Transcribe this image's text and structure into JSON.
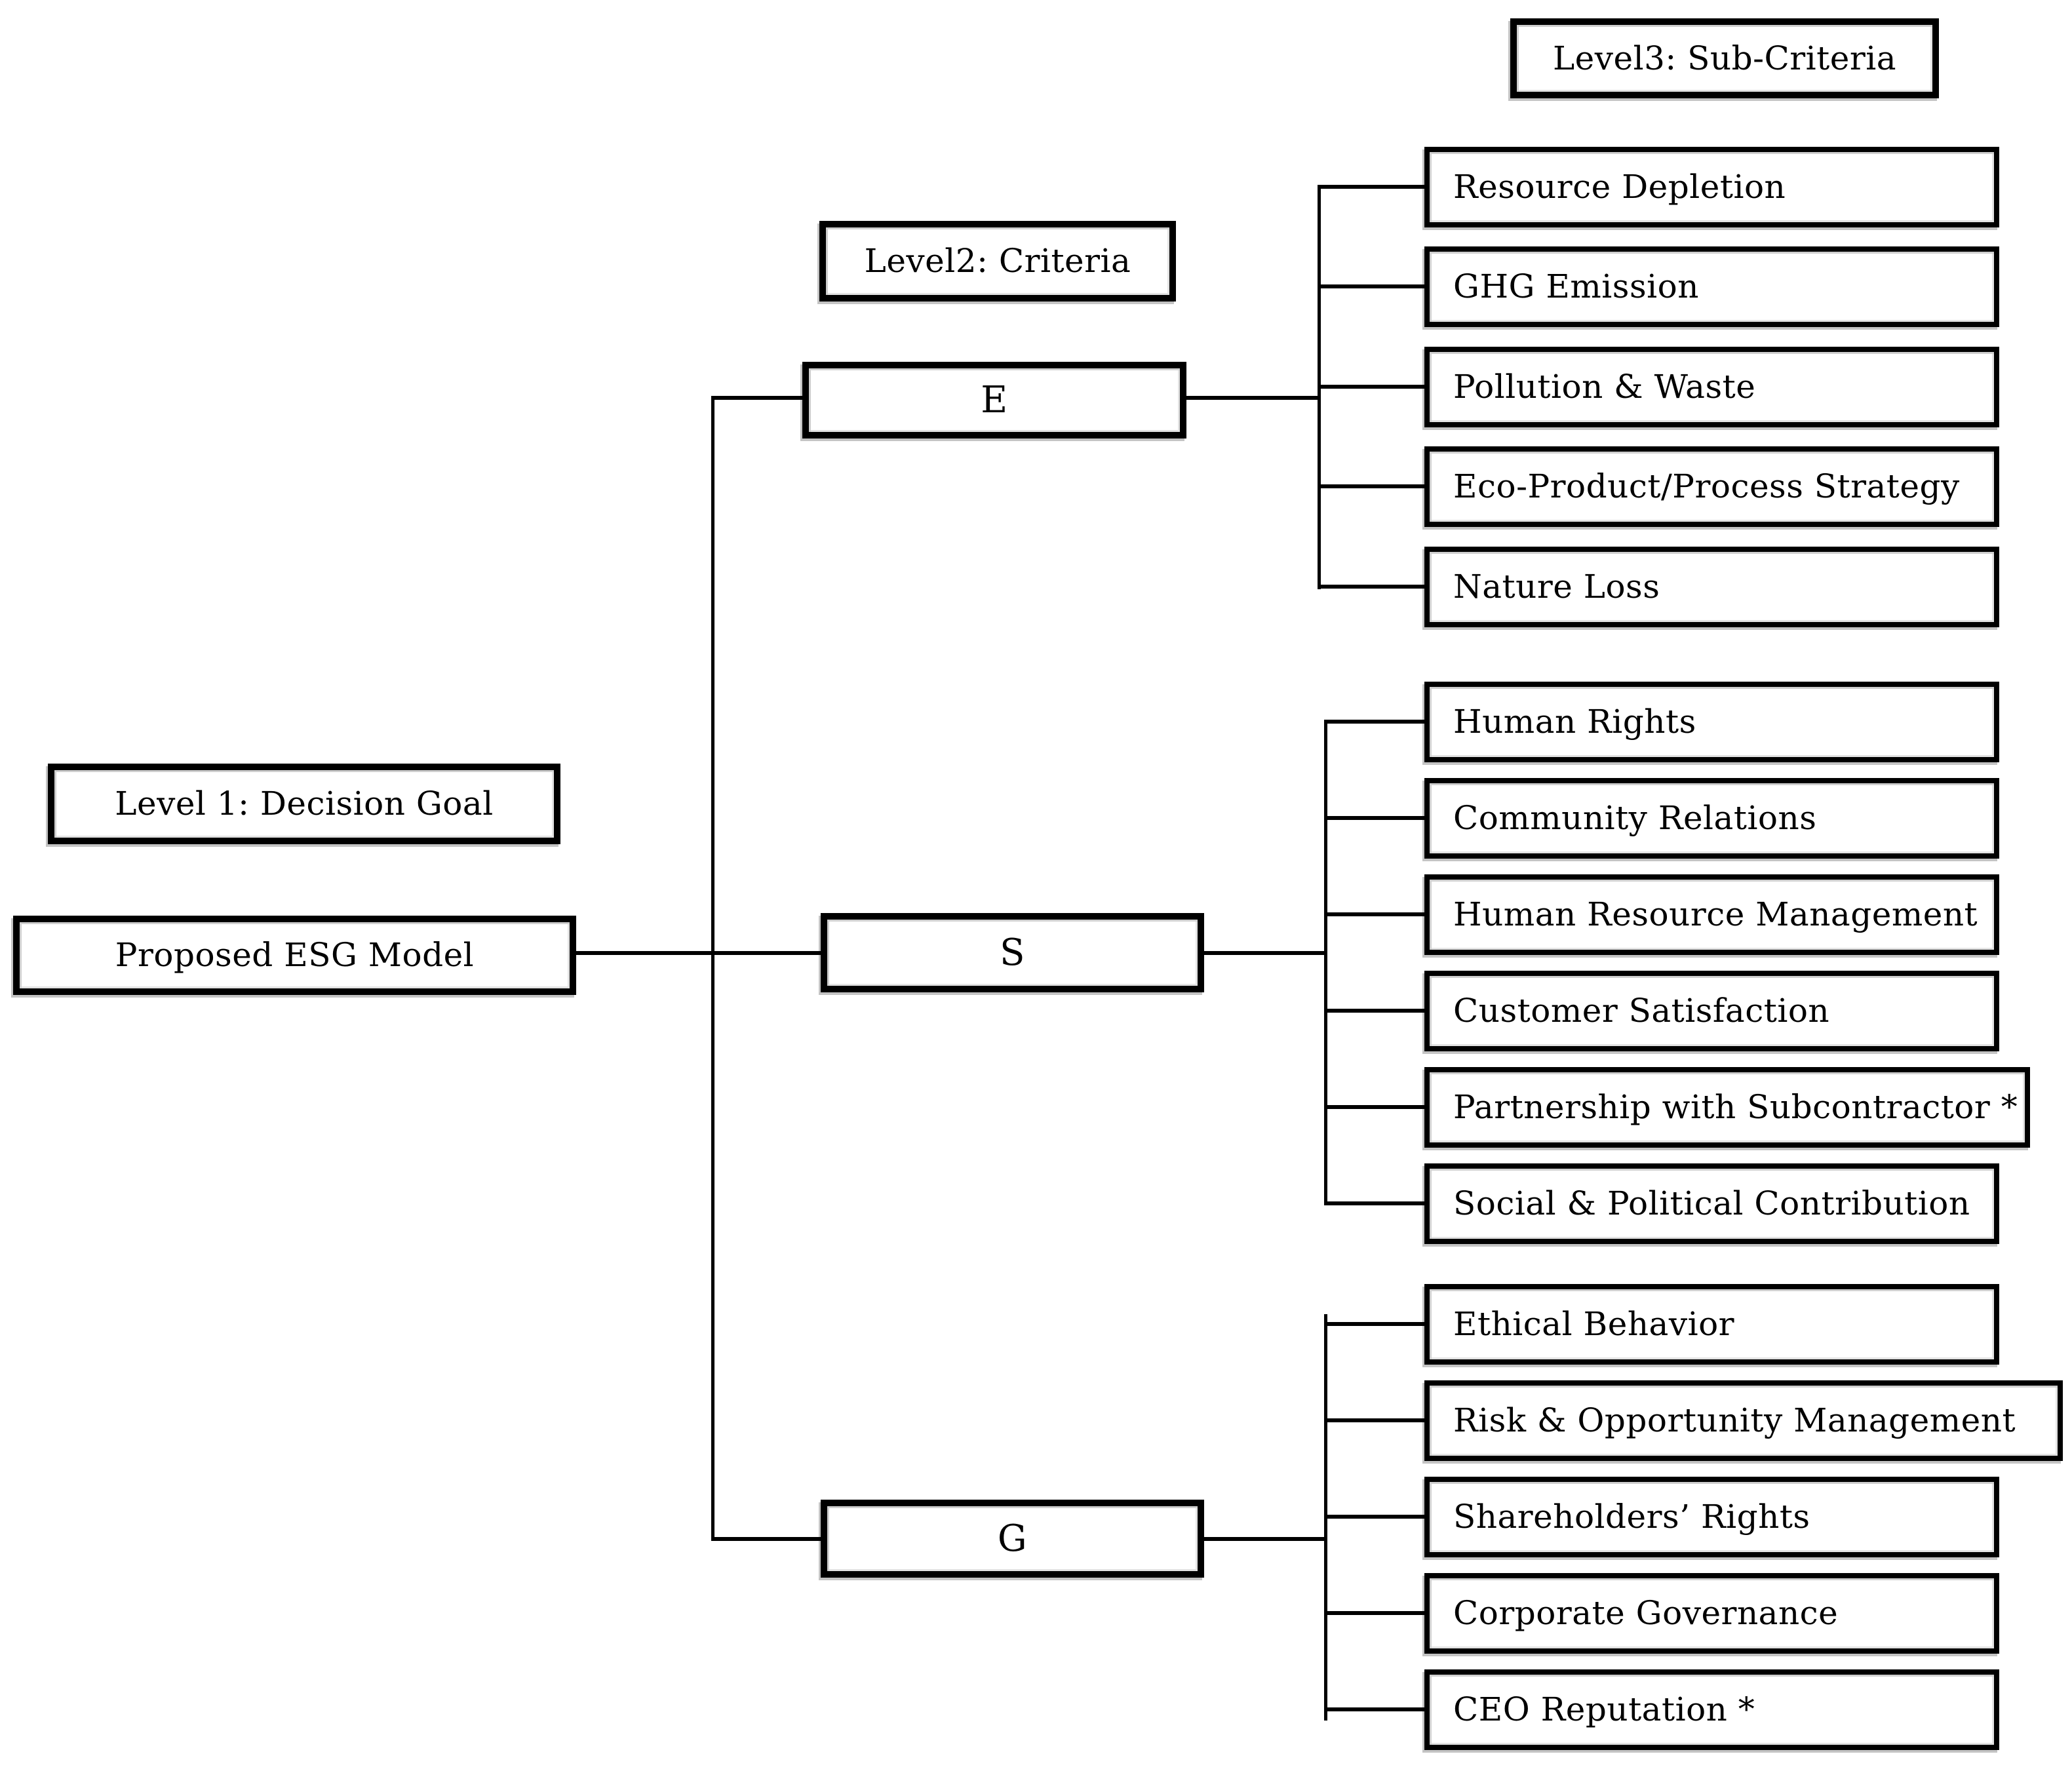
{
  "diagram": {
    "labels": {
      "level1": "Level 1: Decision Goal",
      "level2": "Level2: Criteria",
      "level3": "Level3: Sub-Criteria"
    },
    "goal": "Proposed ESG Model",
    "criteria": [
      {
        "label": "E",
        "sub": [
          "Resource Depletion",
          "GHG Emission",
          "Pollution & Waste",
          "Eco-Product/Process Strategy",
          "Nature Loss"
        ]
      },
      {
        "label": "S",
        "sub": [
          "Human Rights",
          "Community Relations",
          "Human Resource Management",
          "Customer Satisfaction",
          "Partnership with Subcontractor *",
          "Social & Political Contribution"
        ]
      },
      {
        "label": "G",
        "sub": [
          "Ethical Behavior",
          "Risk & Opportunity Management",
          "Shareholders’ Rights",
          "Corporate Governance",
          "CEO Reputation *"
        ]
      }
    ],
    "colors": {
      "line": "#000000",
      "box_fill": "#ffffff",
      "bevel": "#c8c8c8",
      "background": "#ffffff"
    }
  }
}
